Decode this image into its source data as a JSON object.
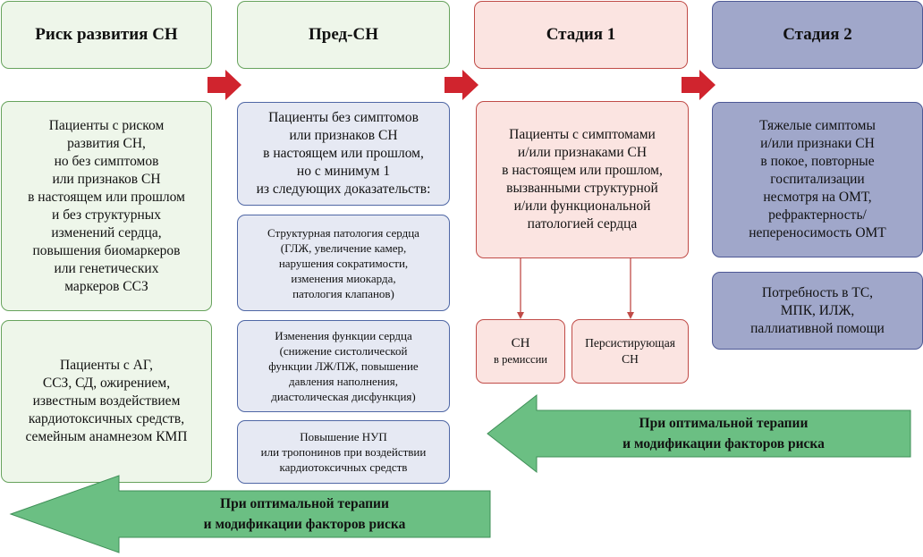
{
  "headers": {
    "risk": "Риск развития СН",
    "pre": "Пред-СН",
    "stage1": "Стадия 1",
    "stage2": "Стадия 2"
  },
  "boxes": {
    "risk_desc": "Пациенты с риском\nразвития СН,\nно без симптомов\nили признаков СН\nв настоящем или прошлом\nи без структурных\nизменений сердца,\nповышения биомаркеров\nили генетических\nмаркеров ССЗ",
    "risk_groups": "Пациенты с АГ,\nССЗ, СД, ожирением,\nизвестным воздействием\nкардиотоксичных средств,\nсемейным анамнезом КМП",
    "pre_desc": "Пациенты без симптомов\nили признаков СН\nв настоящем или прошлом,\nно с минимум 1\nиз следующих доказательств:",
    "pre_structural": "Структурная патология сердца\n(ГЛЖ, увеличение камер,\nнарушения сократимости,\nизменения миокарда,\nпатология клапанов)",
    "pre_function": "Изменения функции сердца\n(снижение систолической\nфункции ЛЖ/ПЖ, повышение\nдавления наполнения,\nдиастолическая дисфункция)",
    "pre_biomarkers": "Повышение НУП\nили тропонинов при воздействии\nкардиотоксичных средств",
    "stage1_desc": "Пациенты с симптомами\nи/или признаками СН\nв настоящем или прошлом,\nвызванными структурной\nи/или функциональной\nпатологией сердца",
    "stage1_remission_main": "СН",
    "stage1_remission_sub": "в ремиссии",
    "stage1_persistent": "Персистирующая\nСН",
    "stage2_desc": "Тяжелые симптомы\nи/или признаки СН\nв покое, повторные\nгоспитализации\nнесмотря на ОМТ,\nрефрактерность/\nнепереносимость ОМТ",
    "stage2_needs": "Потребность в ТС,\nМПК, ИЛЖ,\nпаллиативной помощи"
  },
  "back_arrows": {
    "upper": "При оптимальной терапии\nи модификации факторов риска",
    "lower": "При оптимальной терапии\nи модификации факторов риска"
  },
  "colors": {
    "green_fill": "#eef6ea",
    "green_border": "#67a35d",
    "blue_fill": "#e6e9f3",
    "blue_border": "#4f67a5",
    "pink_fill": "#fbe4e1",
    "pink_border": "#c04b47",
    "purple_fill": "#a0a7ca",
    "forward_arrow": "#d0242e",
    "back_arrow": "#6bbf83"
  }
}
